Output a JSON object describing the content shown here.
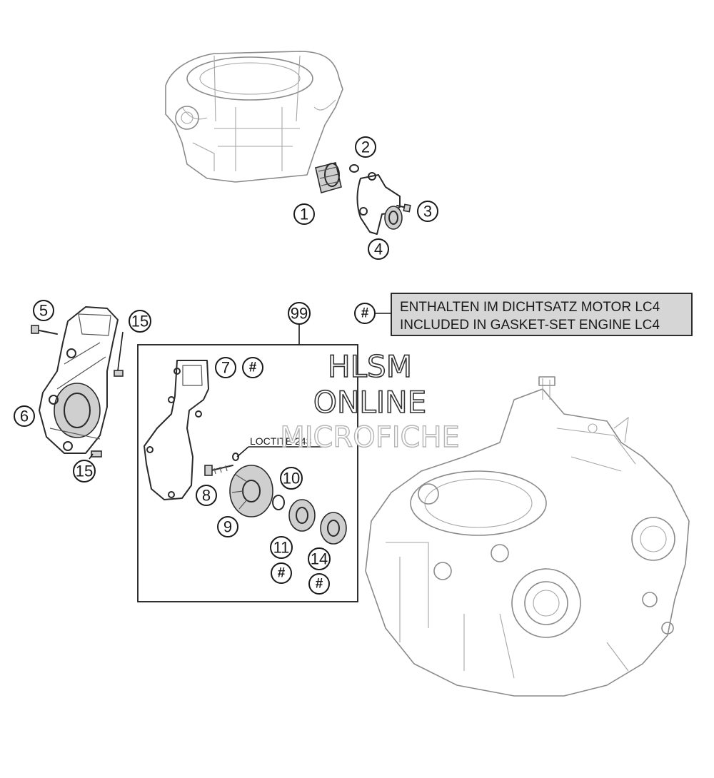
{
  "callouts": {
    "c1": "1",
    "c2": "2",
    "c3": "3",
    "c4": "4",
    "c5": "5",
    "c6": "6",
    "c7": "7",
    "c8": "8",
    "c9": "9",
    "c10": "10",
    "c11": "11",
    "c14": "14",
    "c15a": "15",
    "c15b": "15",
    "c99": "99"
  },
  "hash_symbol": "#",
  "annotation": "LOCTITE 243",
  "legend": {
    "symbol": "#",
    "line1": "ENTHALTEN IM DICHTSATZ MOTOR LC4",
    "line2": "INCLUDED IN GASKET-SET ENGINE LC4"
  },
  "watermark": {
    "line1": "HLSM",
    "line2": "ONLINE",
    "line3": "MICROFICHE"
  }
}
